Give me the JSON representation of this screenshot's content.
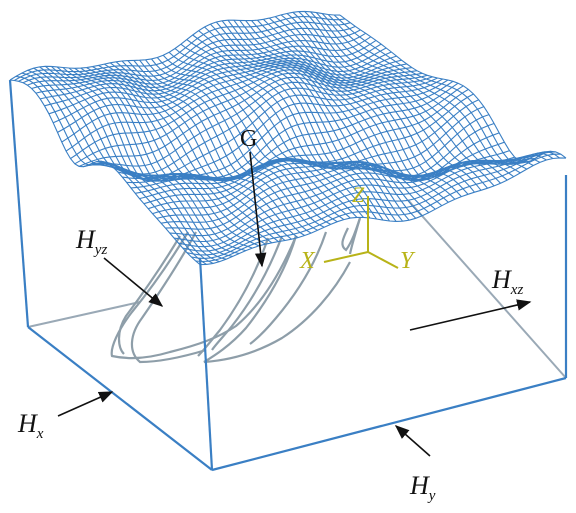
{
  "diagram": {
    "labels": {
      "g": "G",
      "hyz_main": "H",
      "hyz_sub": "yz",
      "hxz_main": "H",
      "hxz_sub": "xz",
      "hx_main": "H",
      "hx_sub": "x",
      "hy_main": "H",
      "hy_sub": "y"
    },
    "axes": {
      "x": "X",
      "y": "Y",
      "z": "Z"
    },
    "colors": {
      "mesh": "#3a7fc4",
      "box_edge": "#3a7fc4",
      "box_back": "#9aa9b6",
      "fault": "#8e9ea9",
      "axis": "#b8b318",
      "text": "#111111"
    }
  }
}
